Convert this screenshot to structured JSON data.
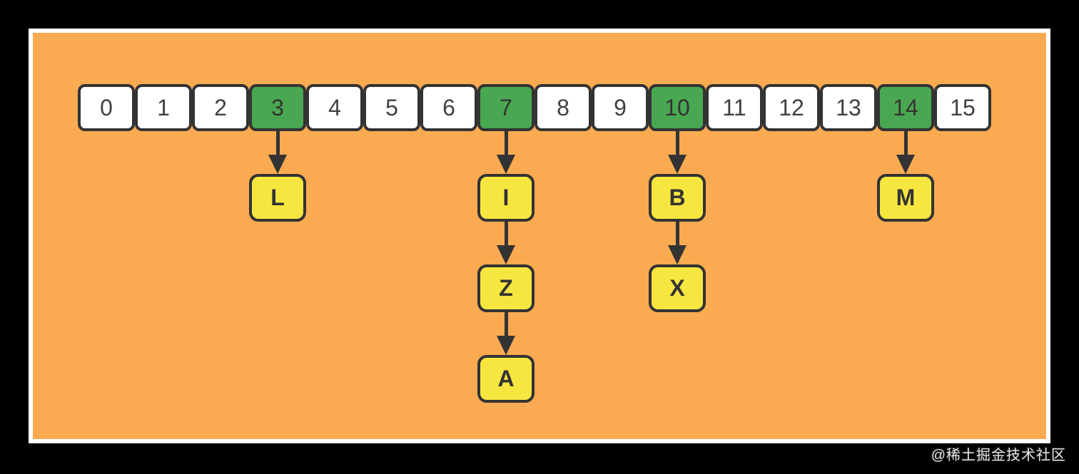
{
  "diagram": {
    "type": "hash-table-with-chaining",
    "cells": [
      {
        "label": "0",
        "highlighted": false
      },
      {
        "label": "1",
        "highlighted": false
      },
      {
        "label": "2",
        "highlighted": false
      },
      {
        "label": "3",
        "highlighted": true
      },
      {
        "label": "4",
        "highlighted": false
      },
      {
        "label": "5",
        "highlighted": false
      },
      {
        "label": "6",
        "highlighted": false
      },
      {
        "label": "7",
        "highlighted": true
      },
      {
        "label": "8",
        "highlighted": false
      },
      {
        "label": "9",
        "highlighted": false
      },
      {
        "label": "10",
        "highlighted": true
      },
      {
        "label": "11",
        "highlighted": false
      },
      {
        "label": "12",
        "highlighted": false
      },
      {
        "label": "13",
        "highlighted": false
      },
      {
        "label": "14",
        "highlighted": true
      },
      {
        "label": "15",
        "highlighted": false
      }
    ],
    "chains": [
      {
        "index": 3,
        "values": [
          "L"
        ]
      },
      {
        "index": 7,
        "values": [
          "I",
          "Z",
          "A"
        ]
      },
      {
        "index": 10,
        "values": [
          "B",
          "X"
        ]
      },
      {
        "index": 14,
        "values": [
          "M"
        ]
      }
    ]
  },
  "colors": {
    "background": "#000000",
    "panel": "#FAAB51",
    "panel_border": "#FFFFFF",
    "cell_fill": "#FFFFFF",
    "cell_highlight": "#4AA751",
    "node_fill": "#F7E640",
    "stroke": "#333333",
    "text": "#404040"
  },
  "watermark": {
    "text": "@稀土掘金技术社区"
  }
}
